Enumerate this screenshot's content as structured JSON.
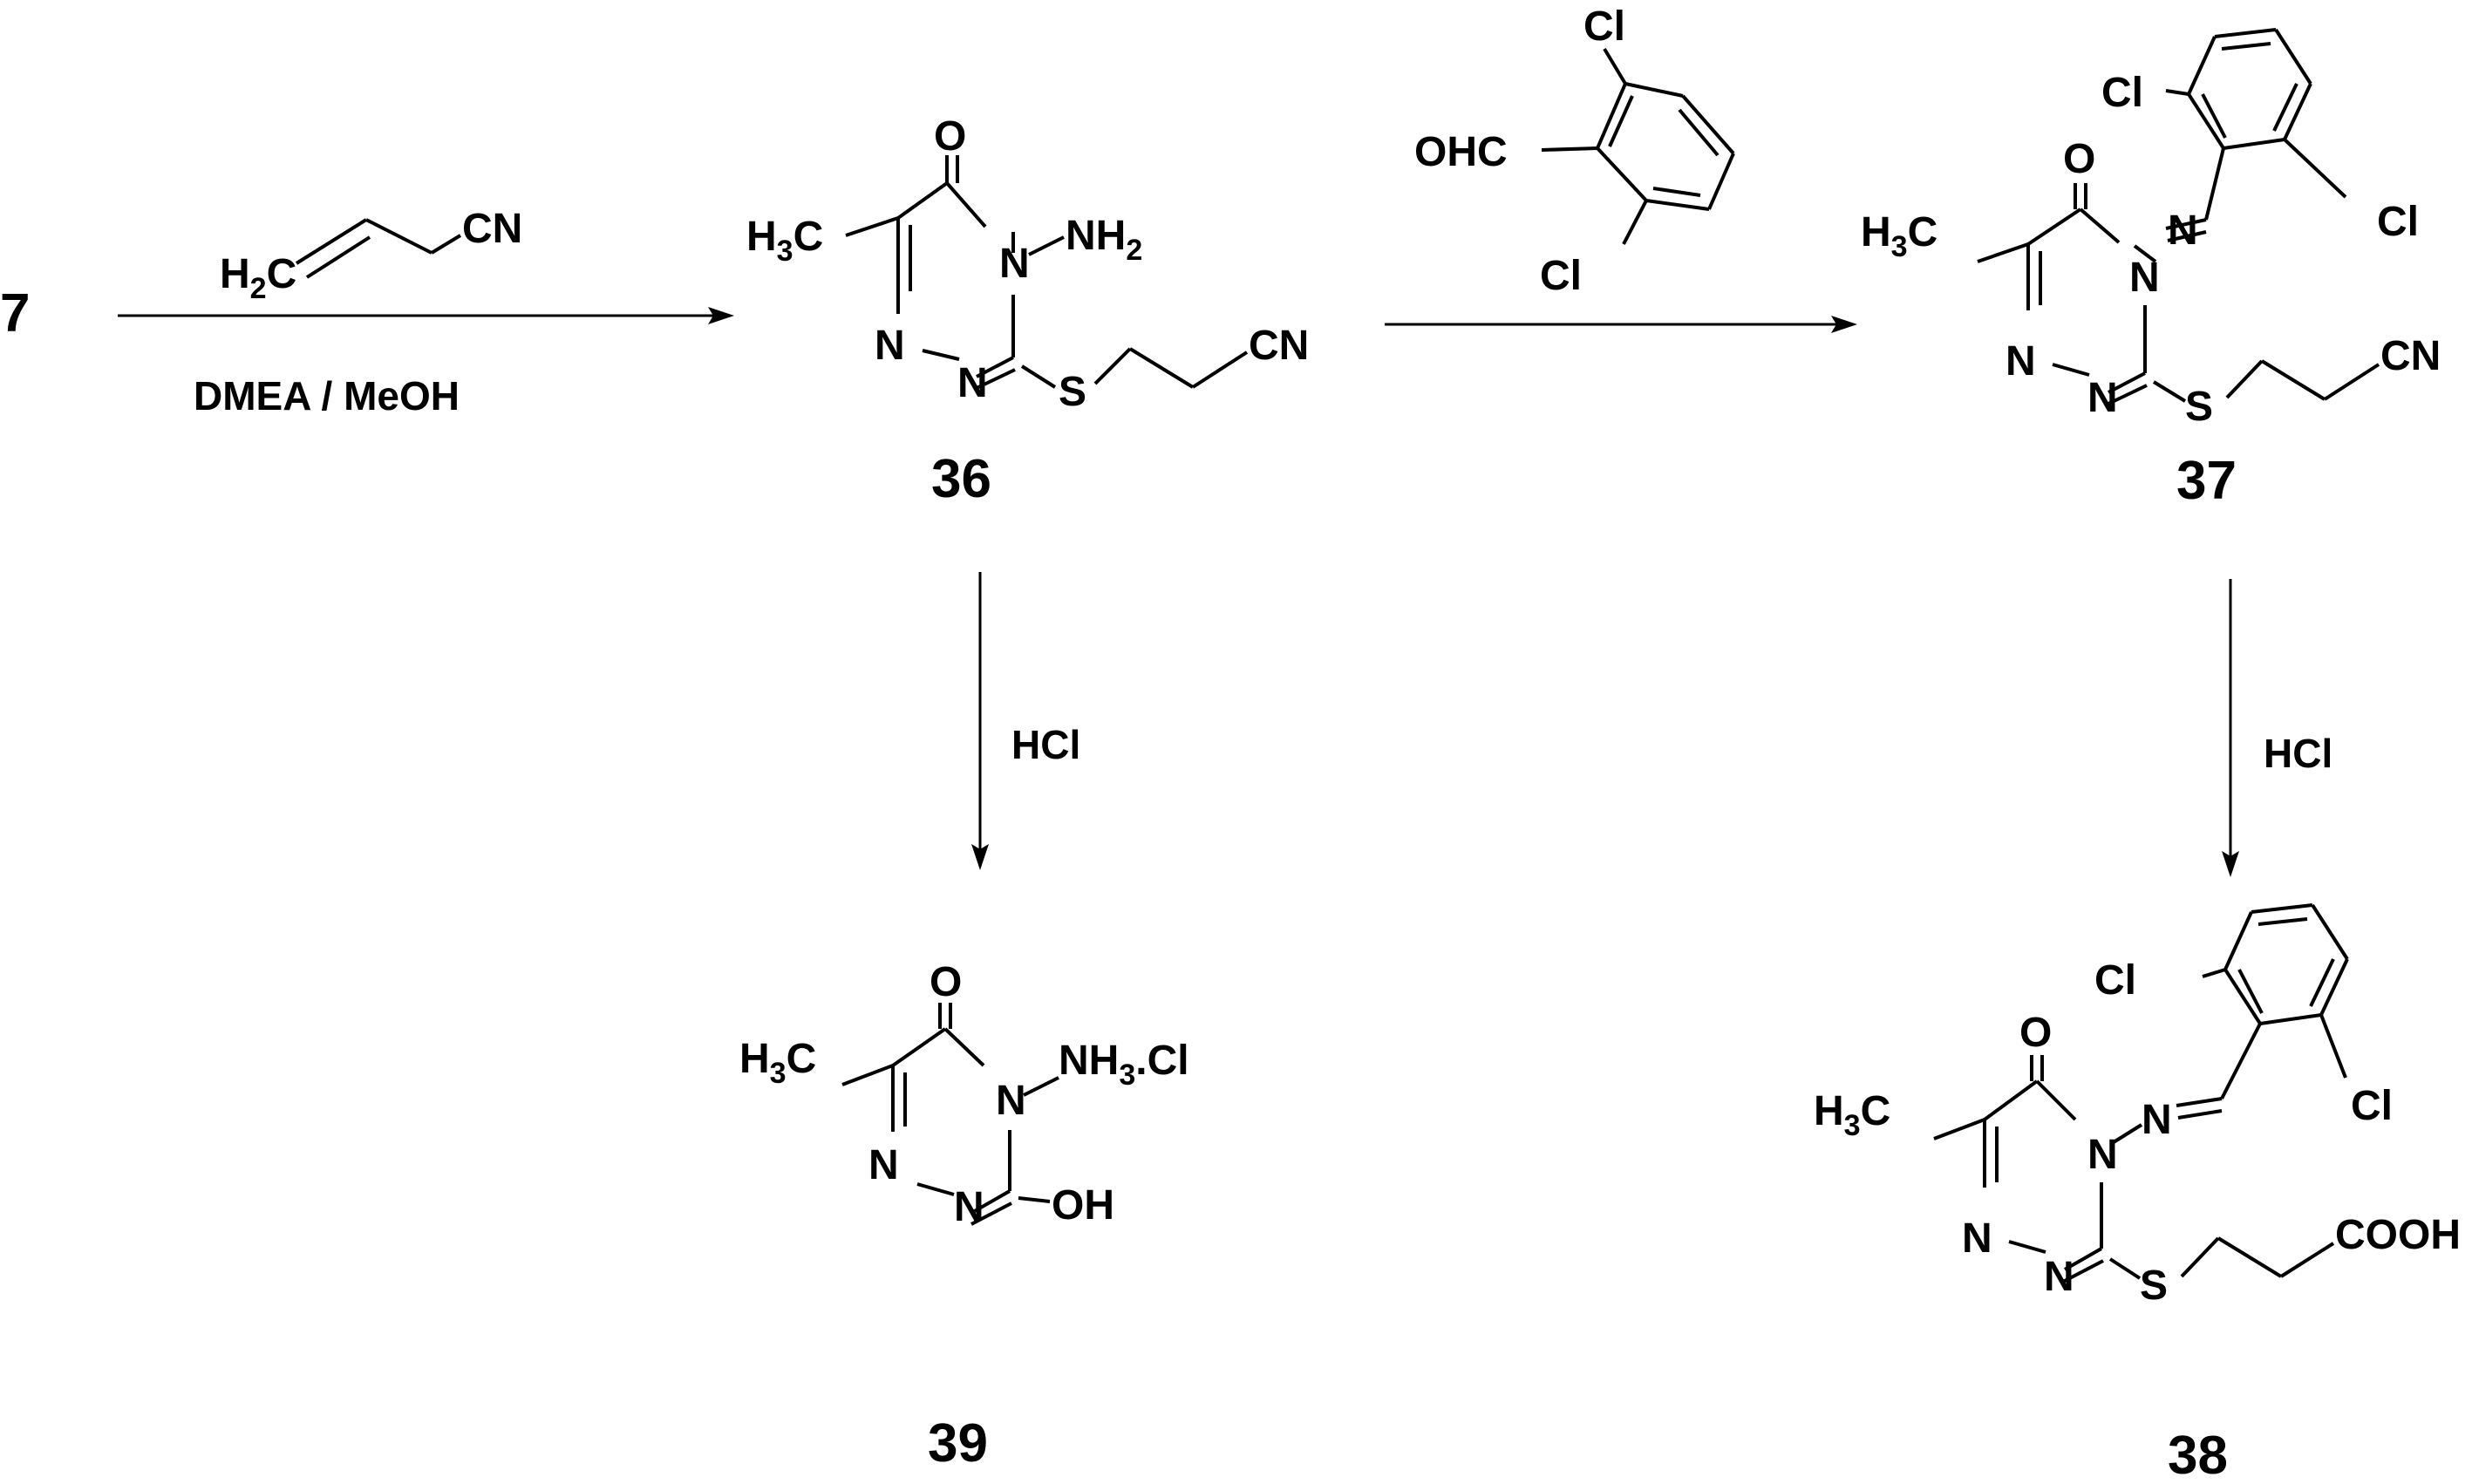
{
  "compounds": {
    "start": "7",
    "c36": "36",
    "c37": "37",
    "c38": "38",
    "c39": "39"
  },
  "reagents": {
    "step1_solvent": "DMEA / MeOH",
    "step_hcl_left": "HCl",
    "step_hcl_right": "HCl"
  },
  "atoms": {
    "O": "O",
    "N": "N",
    "S": "S",
    "Cl": "Cl",
    "CN": "CN",
    "NH": "NH",
    "H": "H",
    "C": "C",
    "sub2": "2",
    "sub3": "3",
    "OHC": "OHC",
    "OH": "OH",
    "COOH": "COOH",
    "dotCl": ".Cl"
  }
}
